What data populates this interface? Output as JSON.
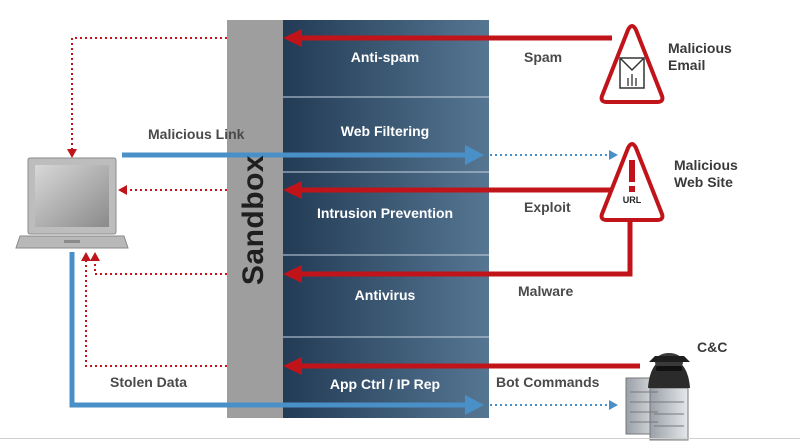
{
  "sandbox": {
    "label": "Sandbox"
  },
  "layers": [
    {
      "label": "Anti-spam"
    },
    {
      "label": "Web Filtering"
    },
    {
      "label": "Intrusion Prevention"
    },
    {
      "label": "Antivirus"
    },
    {
      "label": "App Ctrl / IP Rep"
    }
  ],
  "flows": {
    "malicious_link": "Malicious Link",
    "stolen_data": "Stolen Data",
    "spam": "Spam",
    "exploit": "Exploit",
    "malware": "Malware",
    "bot_commands": "Bot Commands"
  },
  "threats": {
    "email": {
      "line1": "Malicious",
      "line2": "Email"
    },
    "website": {
      "line1": "Malicious",
      "line2": "Web Site",
      "sign_text": "URL"
    },
    "cnc": {
      "label": "C&C"
    }
  },
  "colors": {
    "red": "#c0141a",
    "blue": "#4a90c8",
    "panel_dark": "#2e4a66",
    "panel_light": "#4f6f8f",
    "sandbox": "#9e9e9e"
  }
}
